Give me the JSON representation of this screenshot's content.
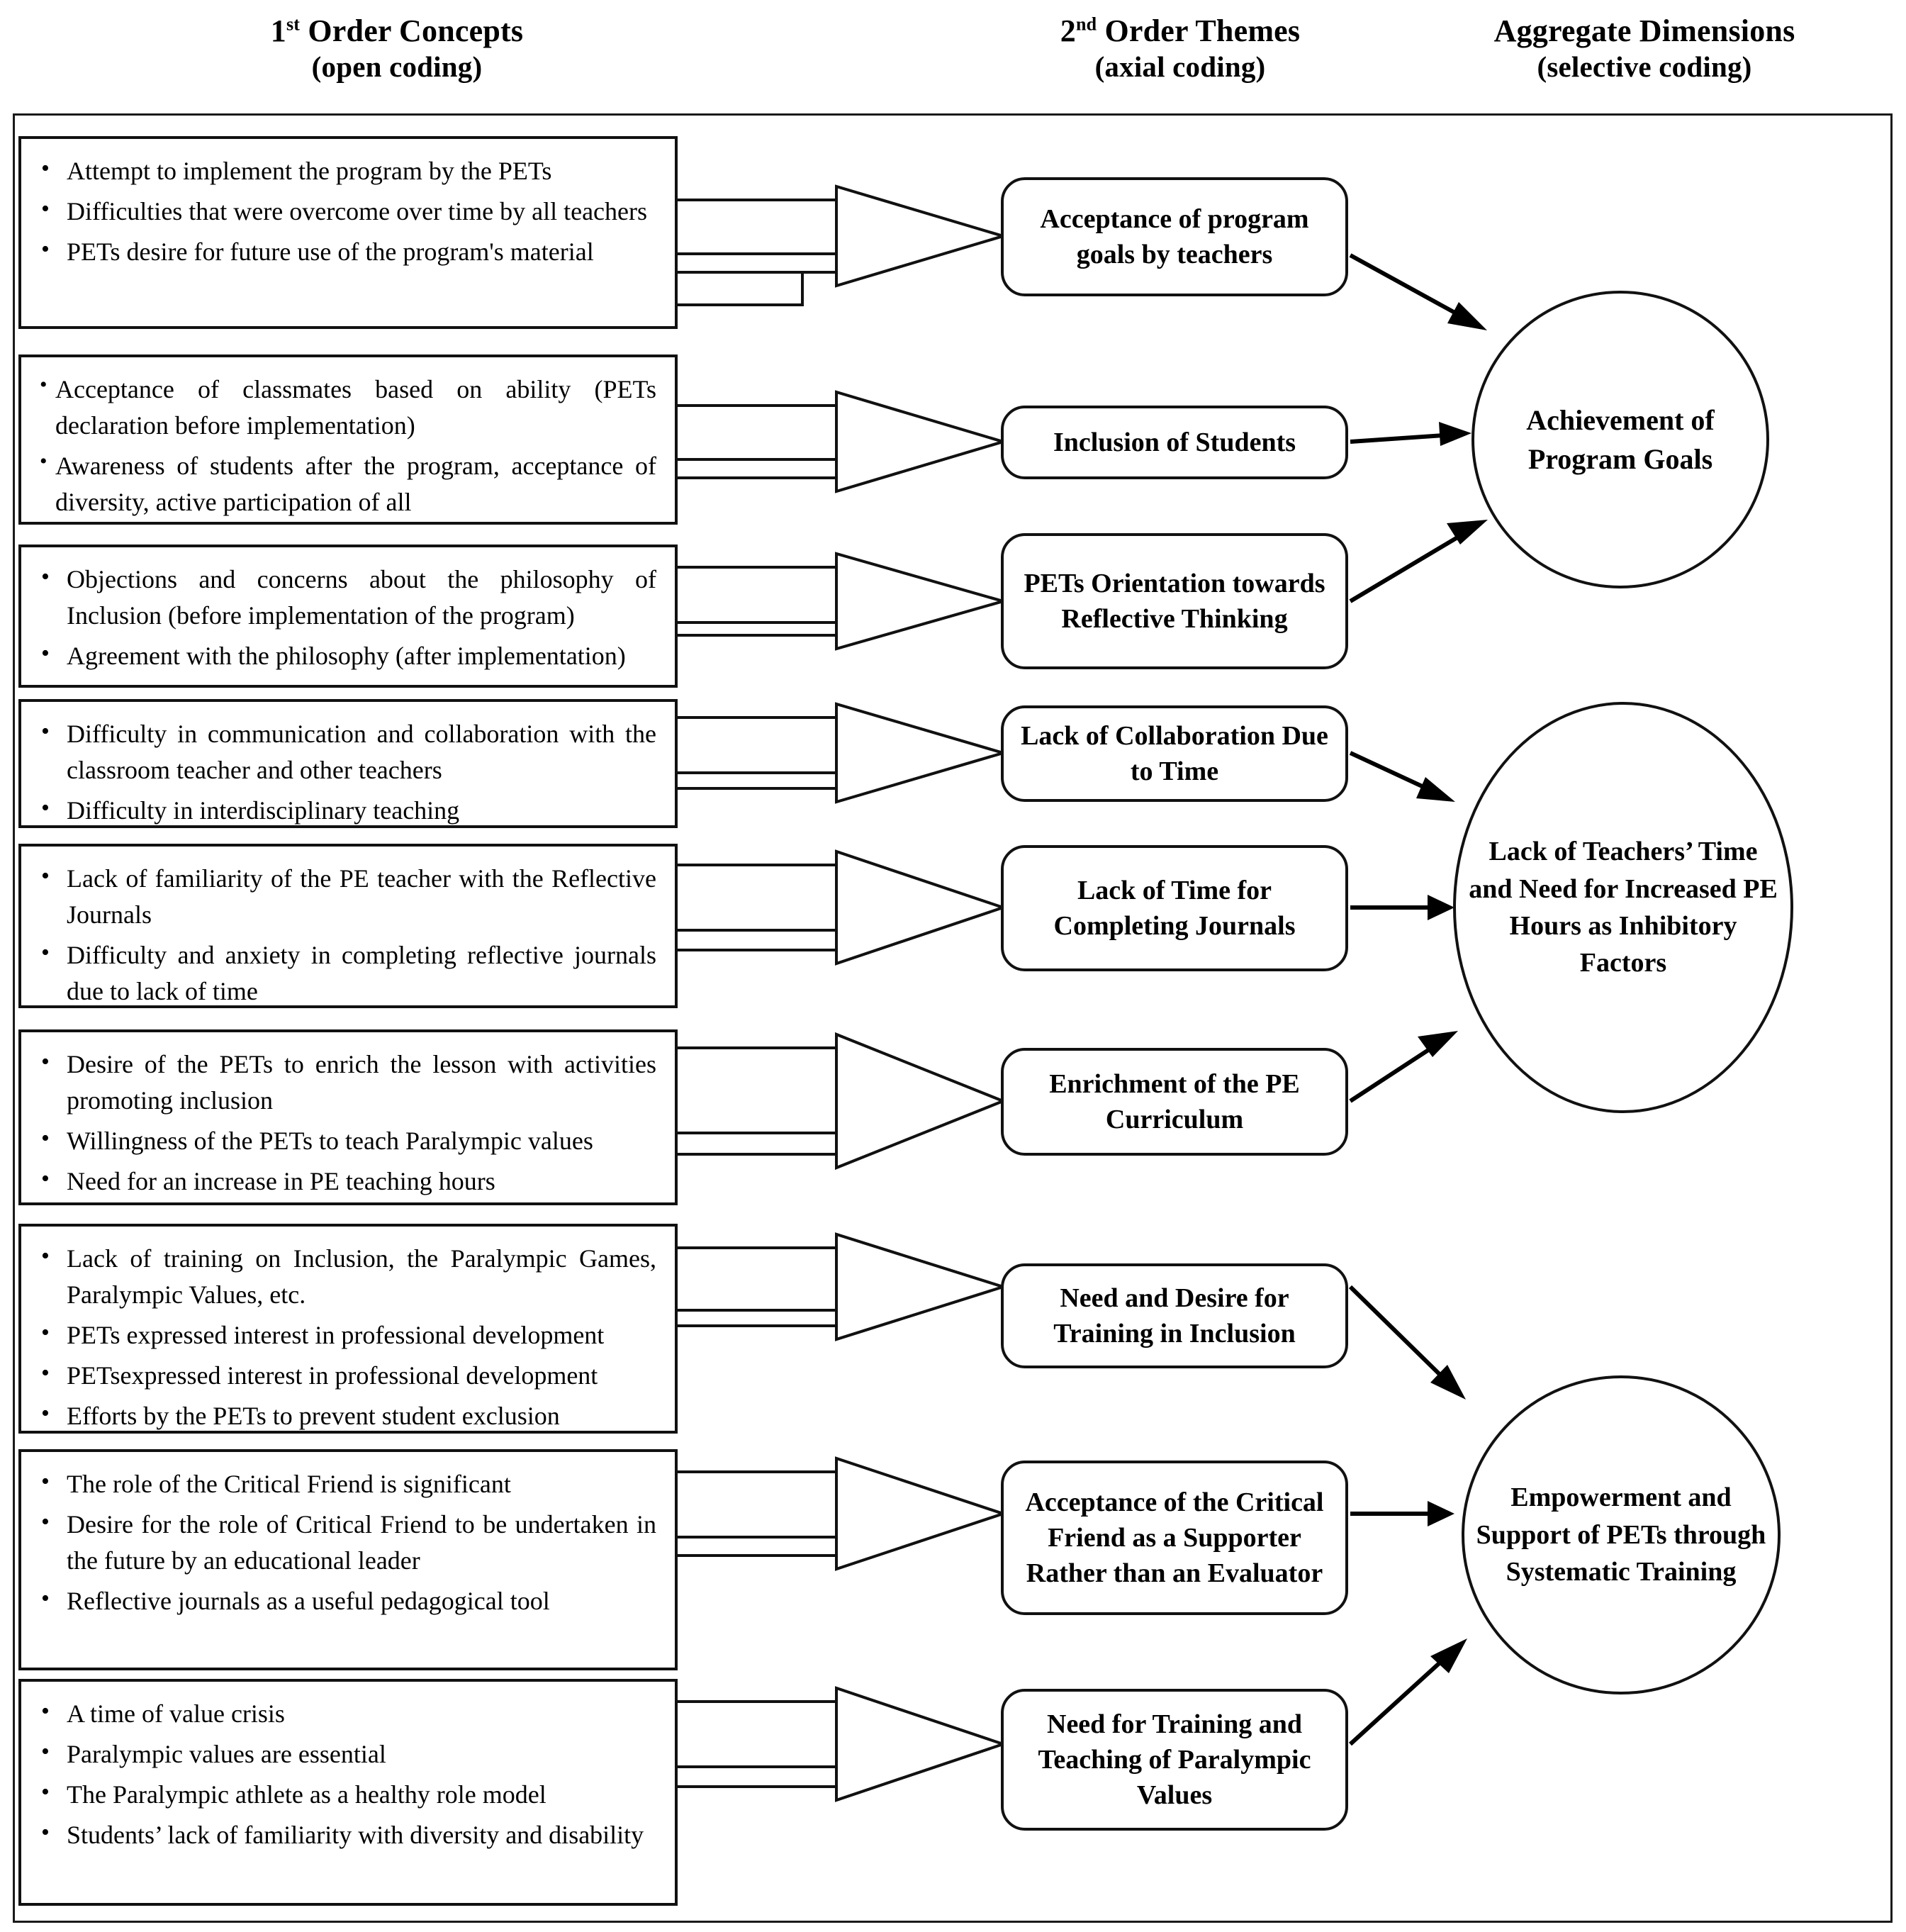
{
  "headers": [
    {
      "title_prefix": "1",
      "title_sup": "st",
      "title_rest": " Order Concepts",
      "subtitle": "(open coding)"
    },
    {
      "title_prefix": "2",
      "title_sup": "nd",
      "title_rest": " Order Themes",
      "subtitle": "(axial coding)"
    },
    {
      "title_plain": "Aggregate Dimensions",
      "subtitle": "(selective coding)"
    }
  ],
  "first_order_concepts": [
    {
      "id": "box-1",
      "items": [
        "Attempt to implement the program by the PETs",
        "Difficulties that were overcome over time by all teachers",
        "PETs desire for future use of the program's material"
      ]
    },
    {
      "id": "box-2",
      "items": [
        "Acceptance of classmates based on ability (PETs declaration before implementation)",
        "Awareness of students after the program, acceptance of diversity, active participation of all"
      ]
    },
    {
      "id": "box-3",
      "items": [
        "Objections and concerns about the philosophy of Inclusion (before implementation of the program)",
        "Agreement with the philosophy (after implementation)"
      ]
    },
    {
      "id": "box-4",
      "items": [
        "Difficulty in communication and collaboration with the classroom teacher and other teachers",
        "Difficulty in interdisciplinary teaching"
      ]
    },
    {
      "id": "box-5",
      "items": [
        "Lack of familiarity of the PE teacher with the Reflective Journals",
        "Difficulty and anxiety in completing reflective journals due to lack of time"
      ]
    },
    {
      "id": "box-6",
      "items": [
        "Desire of the PETs to enrich the lesson with activities promoting inclusion",
        "Willingness of the PETs  to teach Paralympic values",
        "Need for an increase in PE teaching hours"
      ]
    },
    {
      "id": "box-7",
      "items": [
        "Lack of training on Inclusion, the Paralympic Games, Paralympic Values, etc.",
        "PETs expressed interest in professional development",
        "PETsexpressed interest in professional development",
        "Efforts by the PETs to prevent student exclusion"
      ]
    },
    {
      "id": "box-8",
      "items": [
        "The role of the Critical Friend is significant",
        "Desire for the role of Critical Friend to be undertaken in the future by an educational leader",
        "Reflective journals as a useful pedagogical tool"
      ]
    },
    {
      "id": "box-9",
      "items": [
        "A time of value crisis",
        "Paralympic values are essential",
        "The Paralympic athlete as a healthy role model",
        "Students’ lack of familiarity with diversity and disability"
      ]
    }
  ],
  "second_order_themes": [
    {
      "id": "theme-1",
      "label": "Acceptance of program goals by teachers"
    },
    {
      "id": "theme-2",
      "label": "Inclusion of Students"
    },
    {
      "id": "theme-3",
      "label": "PETs Orientation towards Reflective Thinking"
    },
    {
      "id": "theme-4",
      "label": "Lack of Collaboration Due to Time"
    },
    {
      "id": "theme-5",
      "label": "Lack of Time for Completing Journals"
    },
    {
      "id": "theme-6",
      "label": "Enrichment of the PE Curriculum"
    },
    {
      "id": "theme-7",
      "label": "Need and Desire for Training in Inclusion"
    },
    {
      "id": "theme-8",
      "label": "Acceptance of the Critical Friend as a Supporter Rather than an Evaluator"
    },
    {
      "id": "theme-9",
      "label": "Need for Training and Teaching of Paralympic Values"
    }
  ],
  "aggregate_dimensions": [
    {
      "id": "dim-1",
      "label": "Achievement of Program Goals"
    },
    {
      "id": "dim-2",
      "label": "Lack of Teachers’ Time and Need for Increased PE Hours as Inhibitory Factors"
    },
    {
      "id": "dim-3",
      "label": "Empowerment and Support of PETs through Systematic Training"
    }
  ],
  "colors": {
    "stroke": "#111111",
    "background": "#ffffff",
    "text": "#000000"
  }
}
